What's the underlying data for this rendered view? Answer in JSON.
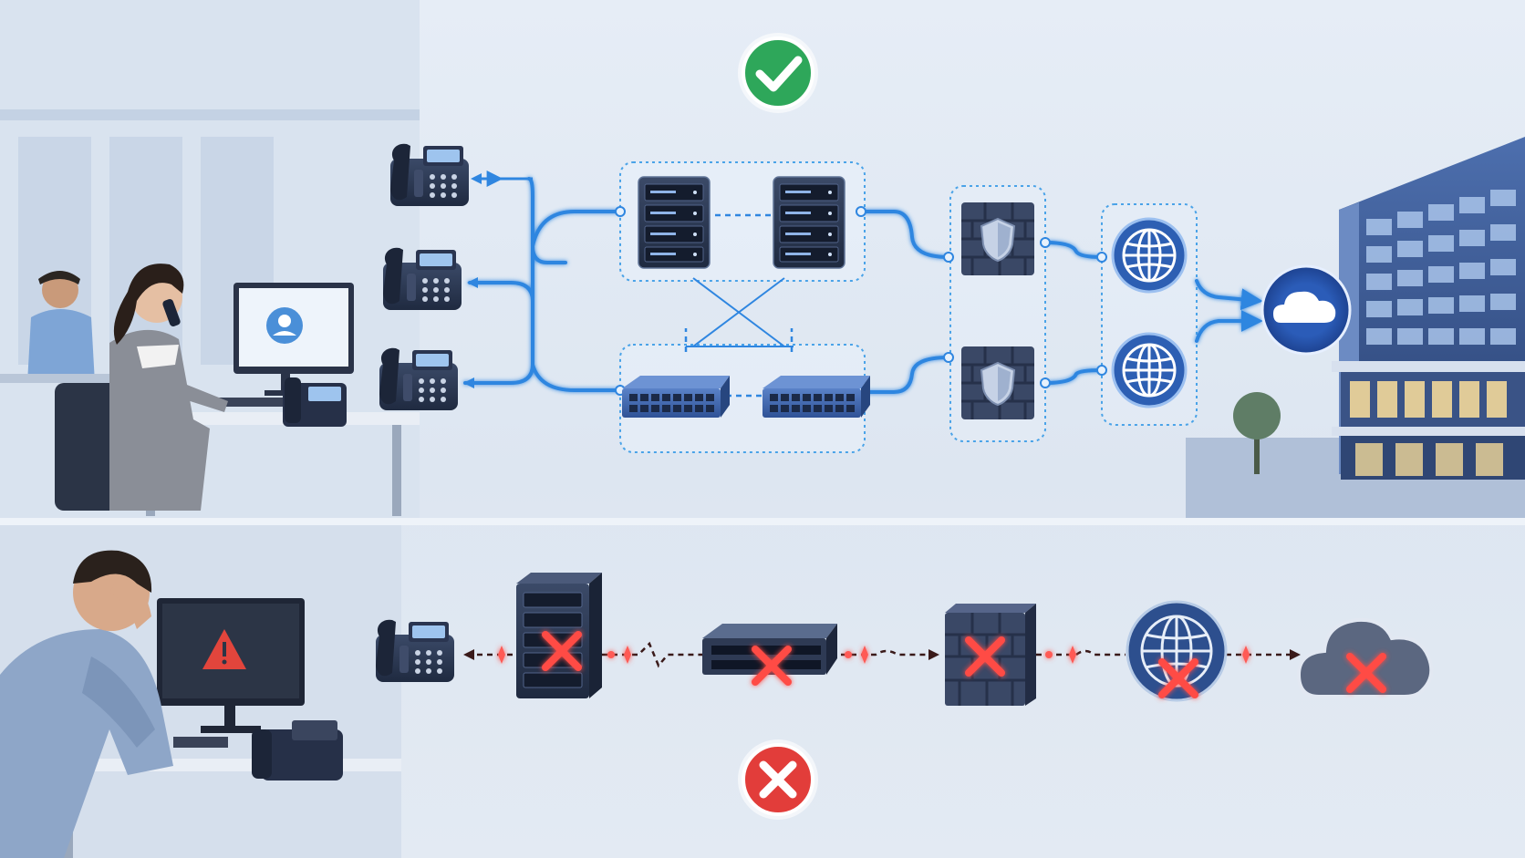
{
  "colors": {
    "background": "#e3eaf3",
    "active_link": "#2f86e0",
    "device_dark": "#2c3a55",
    "switch_blue": "#3c64a8",
    "globe_blue": "#2d5fb3",
    "cloud_blue": "#2b5cb8",
    "status_ok": "#2ea75a",
    "status_fail": "#e23d3a",
    "broken_link": "#5a2020",
    "error_glow": "#ff5a55"
  },
  "top_scenario": {
    "status": "success",
    "status_icon": "check-icon",
    "phones": 3,
    "servers": 2,
    "switches": 2,
    "firewalls": 2,
    "internet_links": 2,
    "destination_icon": "cloud-icon",
    "scene_icons": [
      "office-worker-on-phone-icon",
      "office-building-icon"
    ]
  },
  "bottom_scenario": {
    "status": "failure",
    "status_icon": "cross-icon",
    "chain": [
      "phone-icon",
      "server-icon",
      "switch-icon",
      "firewall-icon",
      "globe-icon",
      "cloud-icon"
    ],
    "failed_devices": 5,
    "scene_icons": [
      "stressed-office-worker-icon",
      "monitor-warning-icon"
    ]
  }
}
